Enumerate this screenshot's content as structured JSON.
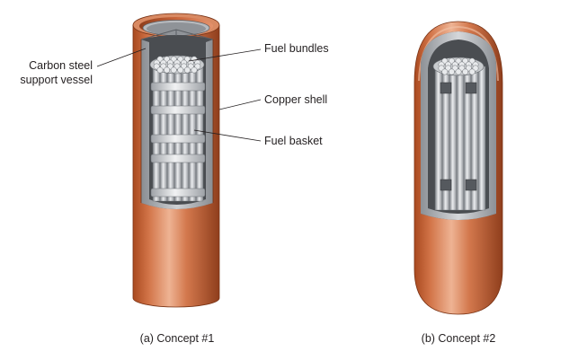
{
  "figure": {
    "concept1": {
      "caption": "(a) Concept #1",
      "labels": {
        "carbon_steel_line1": "Carbon steel",
        "carbon_steel_line2": "support vessel",
        "fuel_bundles": "Fuel bundles",
        "copper_shell": "Copper shell",
        "fuel_basket": "Fuel basket"
      }
    },
    "concept2": {
      "caption": "(b) Concept #2"
    }
  },
  "colors": {
    "copper": "#c8643a",
    "copper_light": "#e9a98a",
    "copper_dark": "#8f3e1c",
    "steel": "#b9bcc0",
    "steel_dark": "#6d7176",
    "steel_light": "#e4e6e8",
    "leader": "#231f20"
  }
}
